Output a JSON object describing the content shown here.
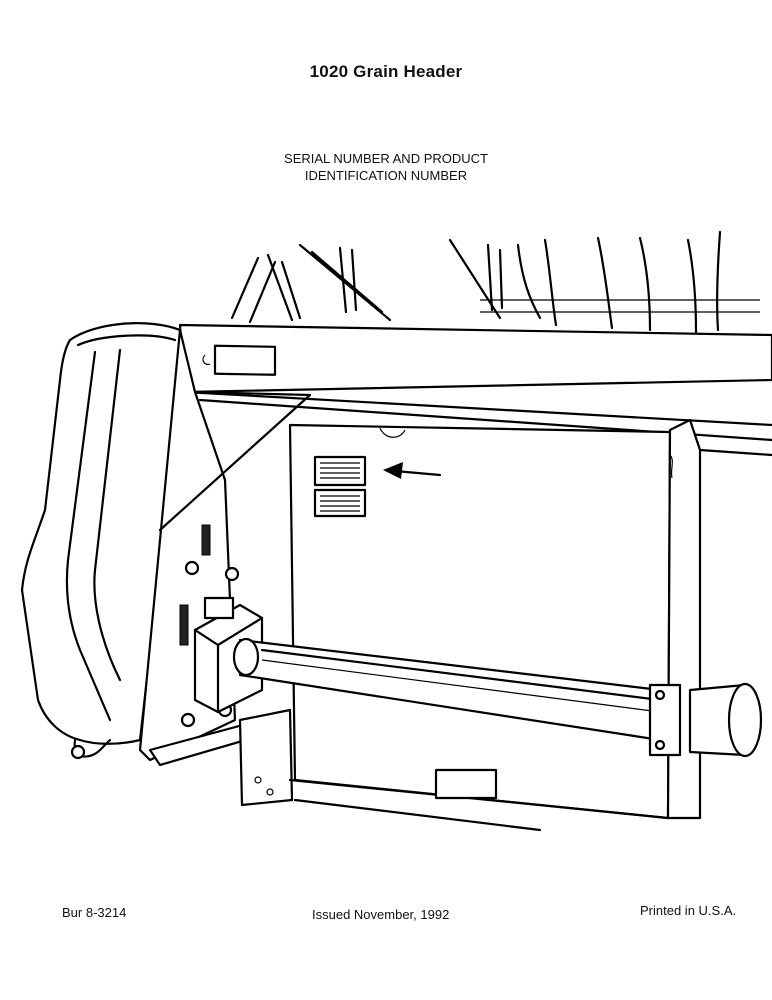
{
  "document": {
    "title": "1020 Grain Header",
    "subtitle_line1": "SERIAL NUMBER AND PRODUCT",
    "subtitle_line2": "IDENTIFICATION NUMBER"
  },
  "footer": {
    "doc_number": "Bur 8-3214",
    "issued": "Issued November, 1992",
    "printed": "Printed in U.S.A."
  },
  "illustration": {
    "subject": "grain-header-side-panel",
    "callouts": [
      "serial-number-plate",
      "product-identification-plate"
    ],
    "arrow_target": "serial-number-plate"
  }
}
